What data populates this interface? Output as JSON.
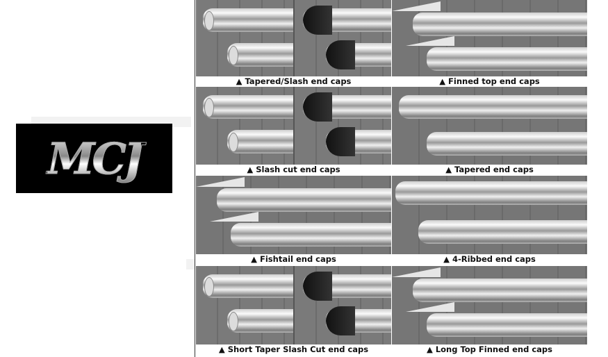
{
  "logo": {
    "text": "MCJ"
  },
  "panels": [
    {
      "caption": "▲ Tapered/Slash end caps"
    },
    {
      "caption": "▲ Finned top end caps"
    },
    {
      "caption": "▲ Slash cut end caps"
    },
    {
      "caption": "▲ Tapered end caps"
    },
    {
      "caption": "▲ Fishtail end caps"
    },
    {
      "caption": "▲ 4-Ribbed end caps"
    },
    {
      "caption": "▲ Short Taper Slash Cut end caps"
    },
    {
      "caption": "▲ Long Top Finned end caps"
    }
  ]
}
